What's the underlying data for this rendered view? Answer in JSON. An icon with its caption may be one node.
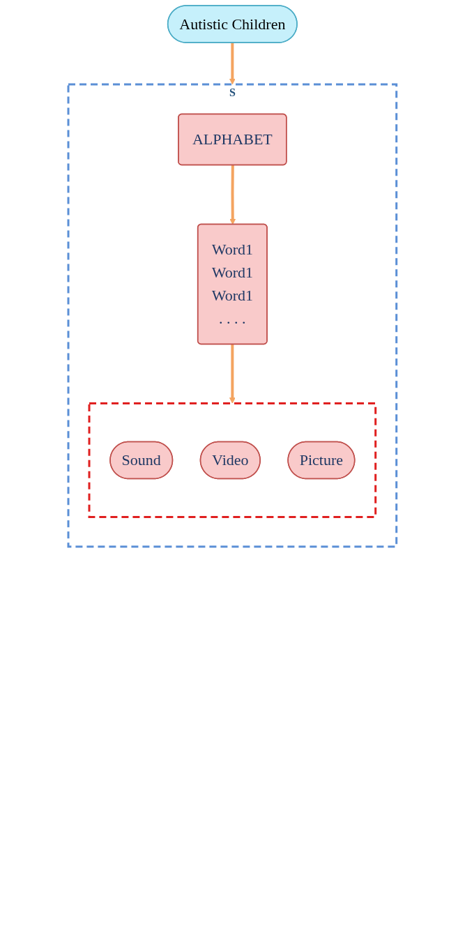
{
  "diagram": {
    "nodes": [
      {
        "text": [
          "Autistic Children"
        ]
      },
      {
        "text": [
          "S"
        ]
      },
      {
        "text": [
          "ALPHABET"
        ],
        "in": 1
      },
      {
        "text": [
          "Word1",
          "Word1",
          "Word1",
          ". . . ."
        ],
        "in": 1
      },
      {
        "text": [],
        "shape": "box",
        "in": 1
      },
      {
        "text": [
          "Sound"
        ],
        "in": 4
      },
      {
        "text": [
          "Video"
        ],
        "in": 4
      },
      {
        "text": [
          "Picture"
        ],
        "in": 4
      }
    ],
    "edges": [
      {
        "from": 0,
        "to": 1,
        "arrow": "to"
      },
      {
        "from": 2,
        "to": 3,
        "arrow": "to"
      },
      {
        "from": 3,
        "to": 4,
        "arrow": "to"
      }
    ]
  }
}
